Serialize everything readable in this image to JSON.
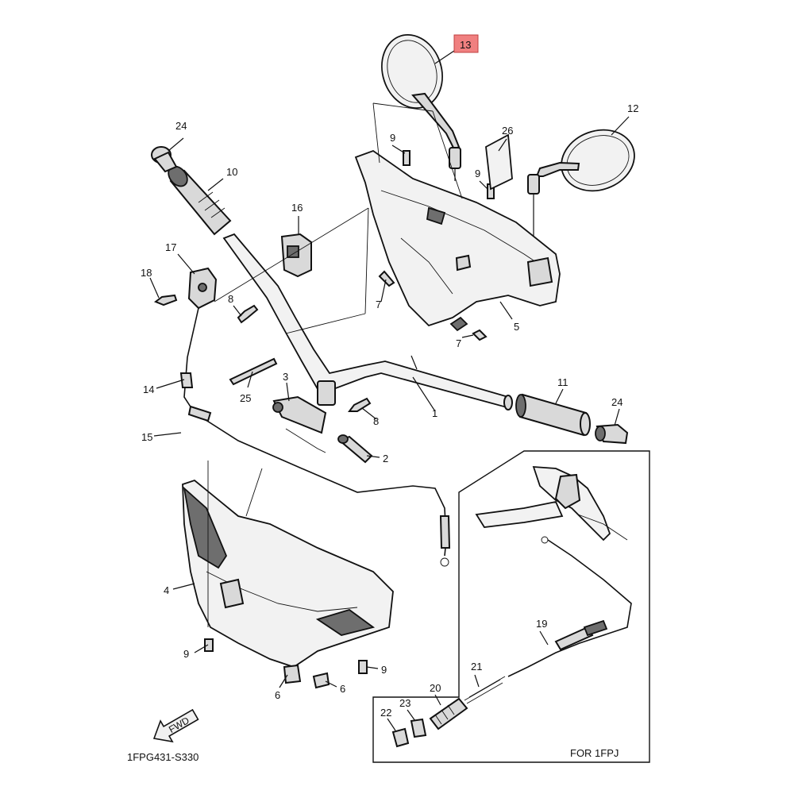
{
  "diagram": {
    "code": "1FPG431-S330",
    "inset_label": "FOR 1FPJ",
    "fwd_label": "FWD",
    "highlight_color": "#f08080",
    "highlighted_callout": "13",
    "callouts": {
      "c1": "1",
      "c2": "2",
      "c3": "3",
      "c4": "4",
      "c5": "5",
      "c6a": "6",
      "c6b": "6",
      "c7a": "7",
      "c7b": "7",
      "c8a": "8",
      "c8b": "8",
      "c9a": "9",
      "c9b": "9",
      "c9c": "9",
      "c9d": "9",
      "c10": "10",
      "c11": "11",
      "c12": "12",
      "c13": "13",
      "c14": "14",
      "c15": "15",
      "c16": "16",
      "c17": "17",
      "c18": "18",
      "c19": "19",
      "c20": "20",
      "c21": "21",
      "c22": "22",
      "c23": "23",
      "c24a": "24",
      "c24b": "24",
      "c25": "25",
      "c26": "26"
    }
  }
}
